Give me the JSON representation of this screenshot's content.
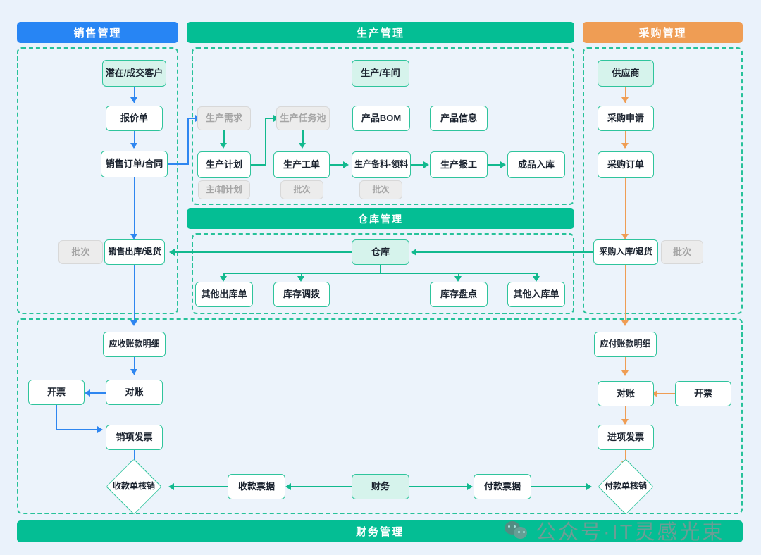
{
  "sections": {
    "sales": {
      "title": "销售管理",
      "color": "#2785f4"
    },
    "production": {
      "title": "生产管理",
      "color": "#04be94"
    },
    "purchase": {
      "title": "采购管理",
      "color": "#ef9d54"
    },
    "warehouse": {
      "title": "仓库管理",
      "color": "#04be94"
    },
    "finance": {
      "title": "财务管理",
      "color": "#04be94"
    }
  },
  "nodes": {
    "sales": {
      "customer": "潜在/成交客户",
      "quotation": "报价单",
      "sales_order": "销售订单/合同",
      "sales_outbound": "销售出库/退货",
      "batch_outbound": "批次"
    },
    "production": {
      "workshop": "生产/车间",
      "demand": "生产需求",
      "task_pool": "生产任务池",
      "product_bom": "产品BOM",
      "product_info": "产品信息",
      "plan": "生产计划",
      "work_order": "生产工单",
      "prepare_pick": "生产备料-领料",
      "report_work": "生产报工",
      "finished_in": "成品入库",
      "plan_sub": "主/辅计划",
      "wo_batch": "批次",
      "pp_batch": "批次"
    },
    "purchase": {
      "supplier": "供应商",
      "requisition": "采购申请",
      "purchase_order": "采购订单",
      "purchase_inbound": "采购入库/退货",
      "batch_inbound": "批次"
    },
    "warehouse": {
      "warehouse": "仓库",
      "other_out": "其他出库单",
      "transfer": "库存调拨",
      "stocktake": "库存盘点",
      "other_in": "其他入库单"
    },
    "finance": {
      "ar_detail": "应收账款明细",
      "ar_recon": "对账",
      "ar_invoice_btn": "开票",
      "output_invoice": "销项发票",
      "receipt_writeoff": "收款单核销",
      "receipt_doc": "收款票据",
      "finance_center": "财务",
      "payment_doc": "付款票据",
      "payment_writeoff": "付款单核销",
      "ap_detail": "应付账款明细",
      "ap_recon": "对账",
      "ap_invoice_btn": "开票",
      "input_invoice": "进项发票"
    }
  },
  "watermark": {
    "text": "公众号·IT灵感光束",
    "icon": "wechat-icon"
  },
  "colors": {
    "background": "#eaf2fb",
    "sales_blue": "#2785f4",
    "green": "#04be94",
    "flow_green": "#12b98e",
    "purchase_orange": "#ef9d54",
    "node_border": "#2fc49c",
    "soft_fill": "#d6f3ec",
    "ghost_fill": "#ececec",
    "ghost_text": "#a5a5a5"
  }
}
